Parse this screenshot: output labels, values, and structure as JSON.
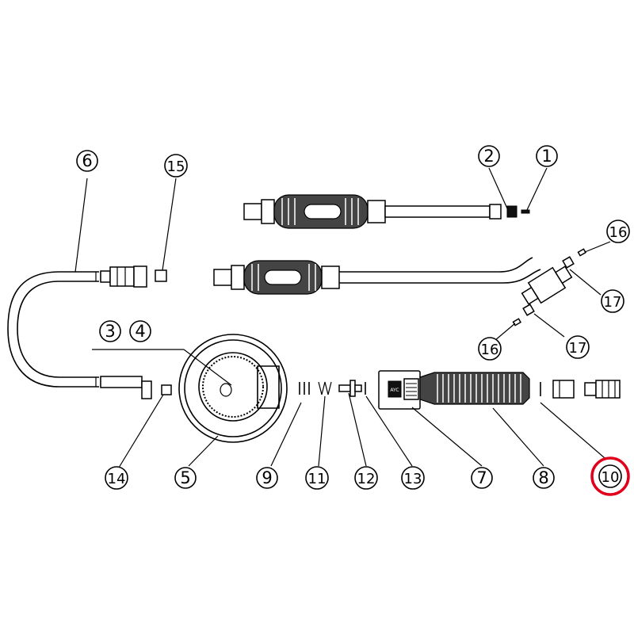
{
  "diagram": {
    "callouts": [
      {
        "id": "c1",
        "label": "1"
      },
      {
        "id": "c2",
        "label": "2"
      },
      {
        "id": "c3",
        "label": "3"
      },
      {
        "id": "c4",
        "label": "4"
      },
      {
        "id": "c5",
        "label": "5"
      },
      {
        "id": "c6",
        "label": "6"
      },
      {
        "id": "c7",
        "label": "7"
      },
      {
        "id": "c8",
        "label": "8"
      },
      {
        "id": "c9",
        "label": "9"
      },
      {
        "id": "c10",
        "label": "10"
      },
      {
        "id": "c11",
        "label": "11"
      },
      {
        "id": "c12",
        "label": "12"
      },
      {
        "id": "c13",
        "label": "13"
      },
      {
        "id": "c14",
        "label": "14"
      },
      {
        "id": "c15",
        "label": "15"
      },
      {
        "id": "c16a",
        "label": "16"
      },
      {
        "id": "c16b",
        "label": "16"
      },
      {
        "id": "c17a",
        "label": "17"
      },
      {
        "id": "c17b",
        "label": "17"
      }
    ],
    "highlight": {
      "label": "10",
      "color": "#e0001b"
    },
    "tag_text": "AYC"
  }
}
